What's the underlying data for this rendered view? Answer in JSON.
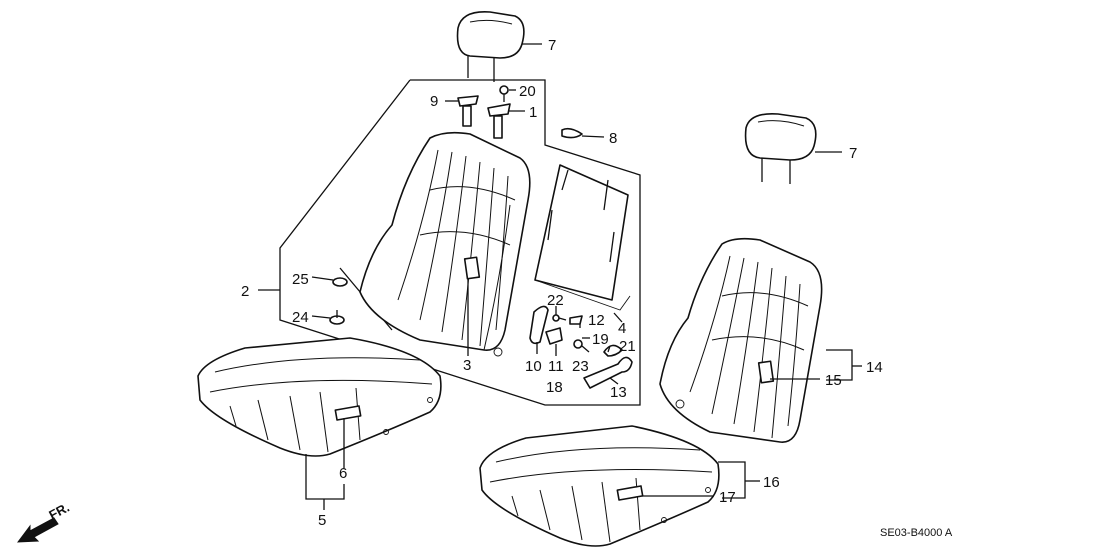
{
  "diagram": {
    "callouts": {
      "c1": "1",
      "c2": "2",
      "c3": "3",
      "c4": "4",
      "c5": "5",
      "c6": "6",
      "c7a": "7",
      "c7b": "7",
      "c8": "8",
      "c9": "9",
      "c10": "10",
      "c11": "11",
      "c12": "12",
      "c13": "13",
      "c14": "14",
      "c15": "15",
      "c16": "16",
      "c17": "17",
      "c18": "18",
      "c19": "19",
      "c20": "20",
      "c21": "21",
      "c22": "22",
      "c23": "23",
      "c24": "24",
      "c25": "25"
    },
    "direction_label": "FR.",
    "diagram_code": "SE03-B4000 A"
  }
}
